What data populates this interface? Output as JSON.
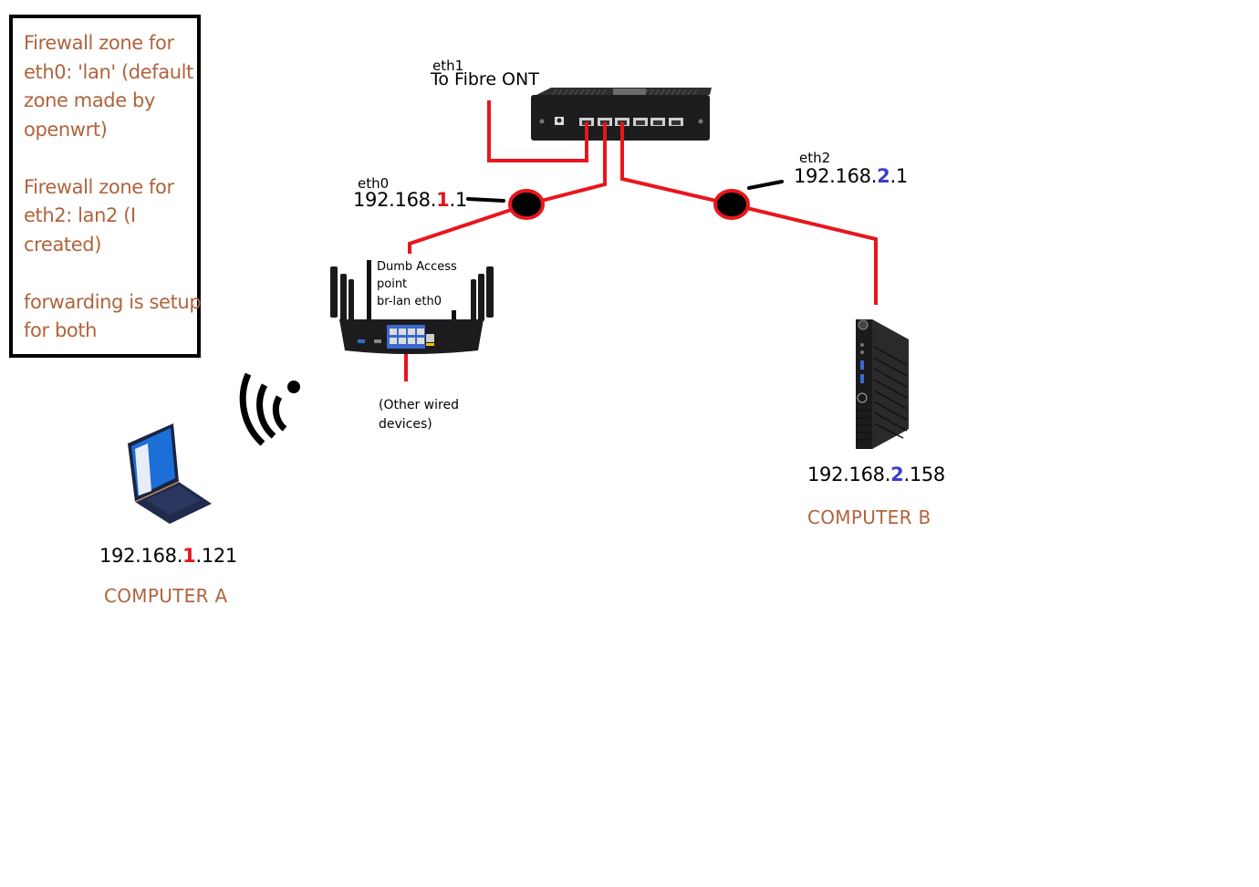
{
  "notes": {
    "text": "Firewall zone for eth0: 'lan' (default zone made by openwrt)\n\nFirewall zone for eth2: lan2 (I created)\n\nforwarding is setup for both"
  },
  "router": {
    "eth1_label": "eth1",
    "eth1_desc": "To Fibre ONT"
  },
  "eth0": {
    "label": "eth0",
    "ip_prefix": "192.168.",
    "ip_subnet": "1",
    "ip_suffix": ".1"
  },
  "eth2": {
    "label": "eth2",
    "ip_prefix": "192.168.",
    "ip_subnet": "2",
    "ip_suffix": ".1"
  },
  "access_point": {
    "text": "Dumb Access\npoint\nbr-lan eth0",
    "wired_note": "(Other wired\ndevices)"
  },
  "computer_a": {
    "ip_prefix": "192.168.",
    "ip_subnet": "1",
    "ip_suffix": ".121",
    "name": "COMPUTER A"
  },
  "computer_b": {
    "ip_prefix": "192.168.",
    "ip_subnet": "2",
    "ip_suffix": ".158",
    "name": "COMPUTER B"
  },
  "colors": {
    "wire": "#e8161c",
    "note_text": "#b0643c",
    "subnet1": "#e0161c",
    "subnet2": "#3a3fc8"
  }
}
